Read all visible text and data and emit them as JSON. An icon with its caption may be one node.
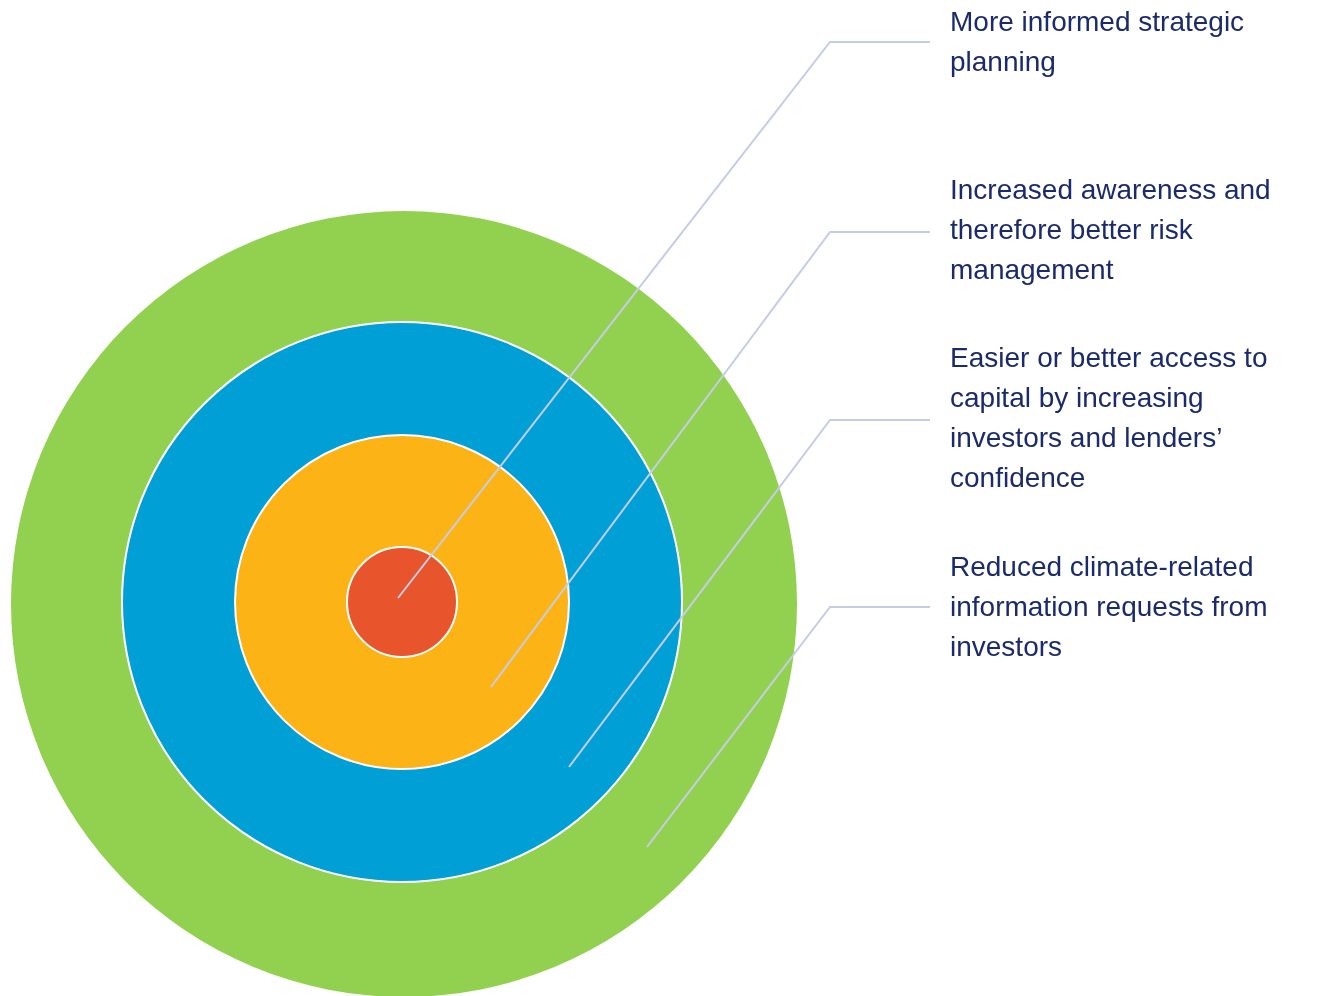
{
  "diagram": {
    "nodes": [
      {
        "text": [],
        "shape": "circle"
      },
      {
        "text": [],
        "shape": "circle",
        "in": 0
      },
      {
        "text": [],
        "shape": "circle",
        "in": 1
      },
      {
        "text": [],
        "shape": "circle",
        "in": 2
      },
      {
        "text": [
          "More informed strategic planning"
        ]
      },
      {
        "text": [
          "Increased awareness and therefore better risk management"
        ]
      },
      {
        "text": [
          "Easier or better access to capital by increasing investors and lenders’ confidence"
        ]
      },
      {
        "text": [
          "Reduced climate-related information requests from investors"
        ]
      }
    ],
    "edges": [
      {
        "from": 4,
        "to": 3,
        "arrow": "none"
      },
      {
        "from": 5,
        "to": 2,
        "arrow": "none"
      },
      {
        "from": 6,
        "to": 1,
        "arrow": "none"
      },
      {
        "from": 7,
        "to": 0,
        "arrow": "none"
      }
    ]
  }
}
